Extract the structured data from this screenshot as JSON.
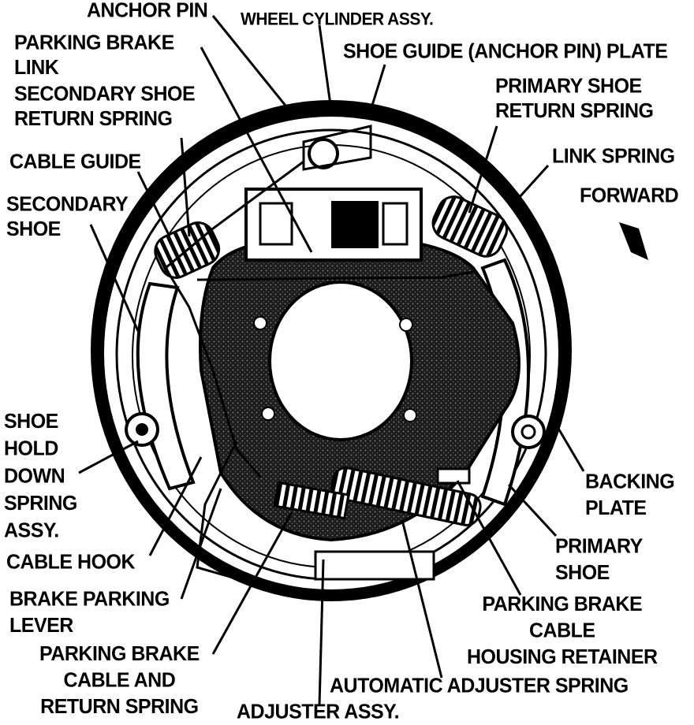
{
  "labels": {
    "anchor_pin": "ANCHOR PIN",
    "wheel_cylinder_assy": "WHEEL CYLINDER ASSY.",
    "parking_brake_link": "PARKING BRAKE\nLINK",
    "shoe_guide_plate": "SHOE GUIDE (ANCHOR PIN) PLATE",
    "secondary_shoe_return_spring": "SECONDARY SHOE\nRETURN SPRING",
    "primary_shoe_return_spring": "PRIMARY SHOE\nRETURN SPRING",
    "cable_guide": "CABLE GUIDE",
    "link_spring": "LINK SPRING",
    "secondary_shoe": "SECONDARY\nSHOE",
    "forward": "FORWARD",
    "shoe_hold_down_spring_assy": "SHOE\nHOLD\nDOWN\nSPRING\nASSY.",
    "backing_plate": "BACKING\nPLATE",
    "primary_shoe": "PRIMARY\nSHOE",
    "cable_hook": "CABLE HOOK",
    "brake_parking_lever": "BRAKE PARKING\nLEVER",
    "parking_brake_cable_housing_retainer": "PARKING BRAKE\nCABLE\nHOUSING RETAINER",
    "parking_brake_cable_and_return_spring": "PARKING BRAKE\nCABLE AND\nRETURN SPRING",
    "automatic_adjuster_spring": "AUTOMATIC ADJUSTER SPRING",
    "adjuster_assy": "ADJUSTER ASSY."
  },
  "colors": {
    "ink": "#000000",
    "paper": "#ffffff",
    "shade": "#2a2a2a"
  }
}
